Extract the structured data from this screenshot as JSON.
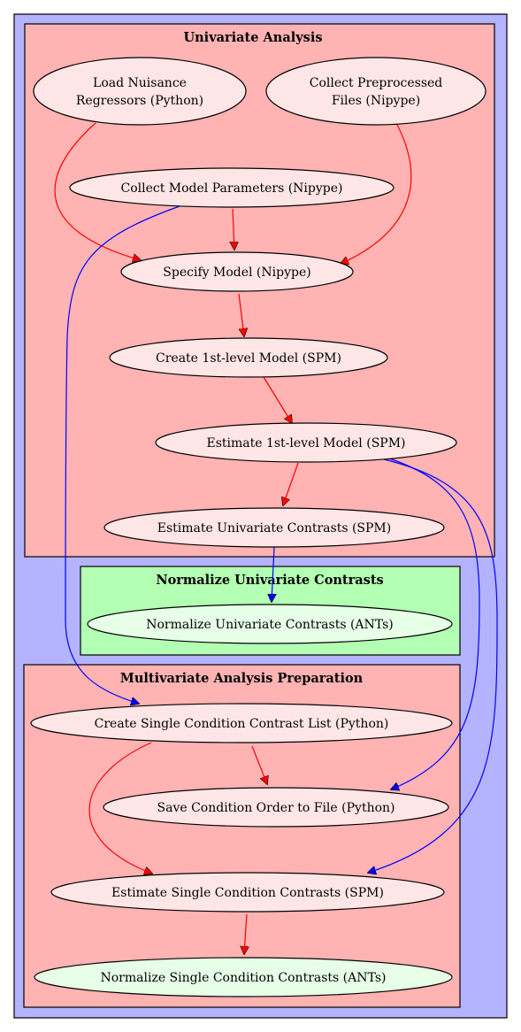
{
  "colors": {
    "outer_bg": "#b3b3ff",
    "pink_cluster": "#ffb3b3",
    "green_cluster": "#b3ffb3",
    "pink_node": "#ffe6e6",
    "green_node": "#e6ffe6",
    "red_edge": "#ff0000",
    "blue_edge": "#0000ff"
  },
  "clusters": {
    "univariate": {
      "title": "Univariate Analysis"
    },
    "normalize": {
      "title": "Normalize Univariate Contrasts"
    },
    "multivariate": {
      "title": "Multivariate Analysis Preparation"
    }
  },
  "nodes": {
    "load_nuisance": {
      "line1": "Load Nuisance",
      "line2": "Regressors (Python)"
    },
    "collect_preprocessed": {
      "line1": "Collect Preprocessed",
      "line2": "Files (Nipype)"
    },
    "collect_model_params": {
      "label": "Collect Model Parameters (Nipype)"
    },
    "specify_model": {
      "label": "Specify Model (Nipype)"
    },
    "create_first_level": {
      "label": "Create 1st-level Model (SPM)"
    },
    "estimate_first_level": {
      "label": "Estimate 1st-level Model (SPM)"
    },
    "estimate_univariate": {
      "label": "Estimate Univariate Contrasts (SPM)"
    },
    "normalize_univariate": {
      "label": "Normalize Univariate Contrasts (ANTs)"
    },
    "create_single_list": {
      "label": "Create Single Condition Contrast List (Python)"
    },
    "save_condition_order": {
      "label": "Save Condition Order to File (Python)"
    },
    "estimate_single": {
      "label": "Estimate Single Condition Contrasts (SPM)"
    },
    "normalize_single": {
      "label": "Normalize Single Condition Contrasts (ANTs)"
    }
  },
  "edges": [
    {
      "from": "load_nuisance",
      "to": "specify_model",
      "color": "red"
    },
    {
      "from": "collect_preprocessed",
      "to": "specify_model",
      "color": "red"
    },
    {
      "from": "collect_model_params",
      "to": "specify_model",
      "color": "red"
    },
    {
      "from": "collect_model_params",
      "to": "create_single_list",
      "color": "blue"
    },
    {
      "from": "specify_model",
      "to": "create_first_level",
      "color": "red"
    },
    {
      "from": "create_first_level",
      "to": "estimate_first_level",
      "color": "red"
    },
    {
      "from": "estimate_first_level",
      "to": "estimate_univariate",
      "color": "red"
    },
    {
      "from": "estimate_first_level",
      "to": "save_condition_order",
      "color": "blue"
    },
    {
      "from": "estimate_first_level",
      "to": "estimate_single",
      "color": "blue"
    },
    {
      "from": "estimate_univariate",
      "to": "normalize_univariate",
      "color": "blue"
    },
    {
      "from": "create_single_list",
      "to": "save_condition_order",
      "color": "red"
    },
    {
      "from": "create_single_list",
      "to": "estimate_single",
      "color": "red"
    },
    {
      "from": "estimate_single",
      "to": "normalize_single",
      "color": "red"
    }
  ]
}
